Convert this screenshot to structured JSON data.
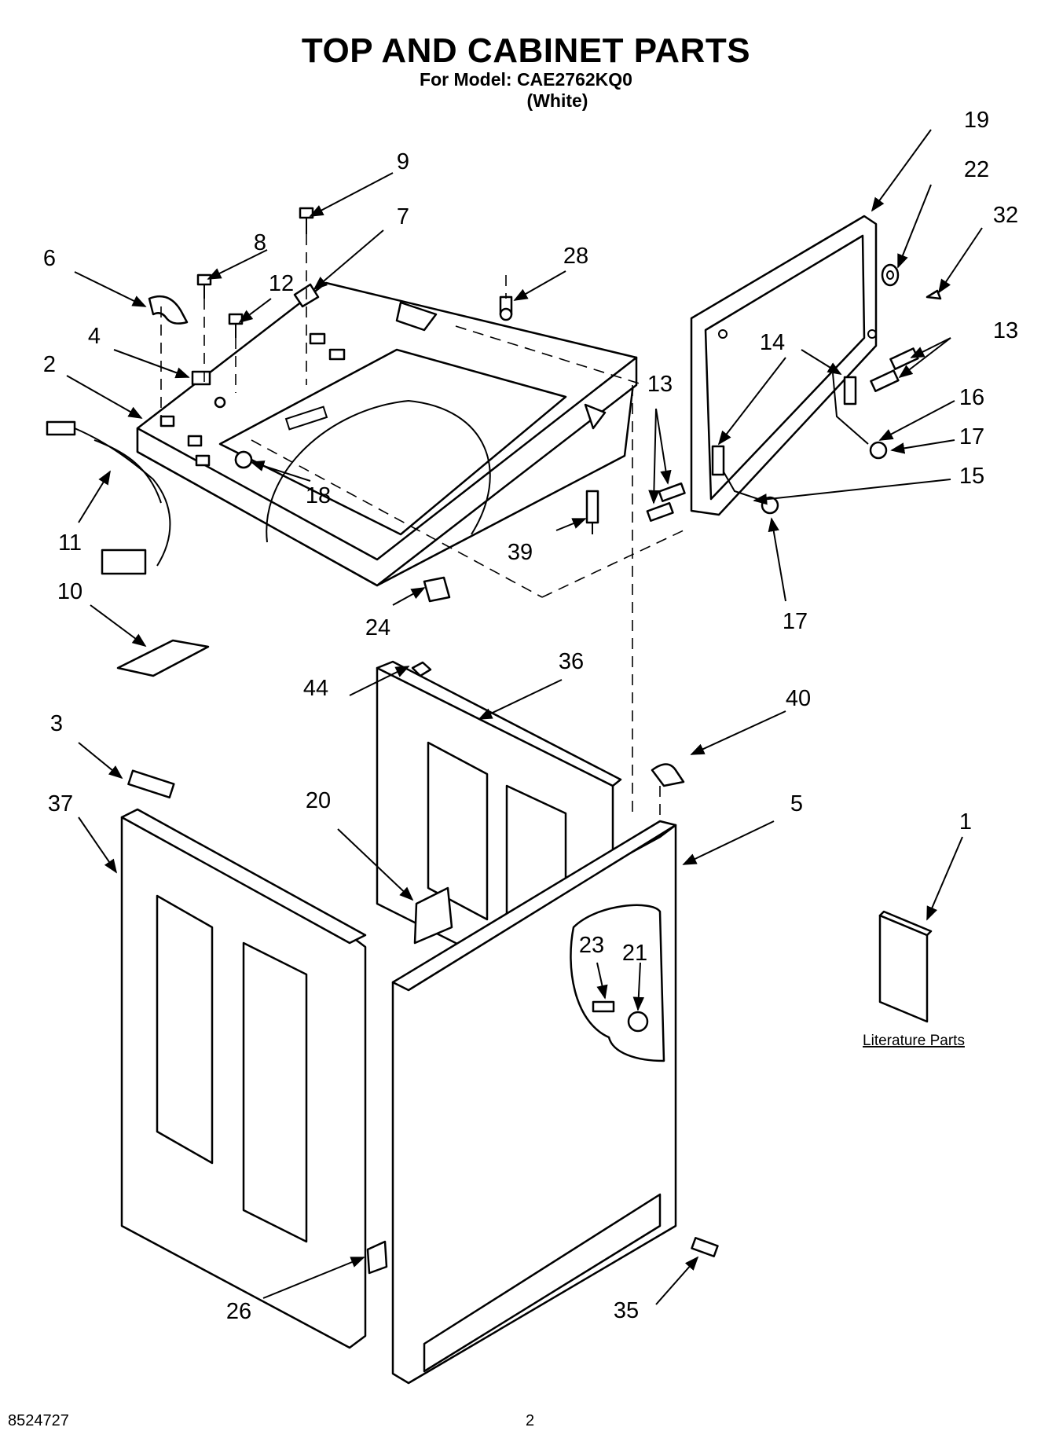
{
  "header": {
    "title": "TOP AND CABINET PARTS",
    "model_line": "For Model: CAE2762KQ0",
    "variant": "(White)"
  },
  "diagram": {
    "callouts": [
      "1",
      "2",
      "3",
      "4",
      "5",
      "6",
      "7",
      "8",
      "9",
      "10",
      "11",
      "12",
      "13",
      "13",
      "14",
      "15",
      "16",
      "17",
      "17",
      "18",
      "19",
      "20",
      "21",
      "22",
      "23",
      "24",
      "26",
      "28",
      "32",
      "35",
      "36",
      "37",
      "39",
      "40",
      "44"
    ],
    "literature_label": "Literature Parts"
  },
  "footer": {
    "doc_number": "8524727",
    "page_number": "2"
  },
  "colors": {
    "ink": "#000000",
    "paper": "#ffffff"
  }
}
